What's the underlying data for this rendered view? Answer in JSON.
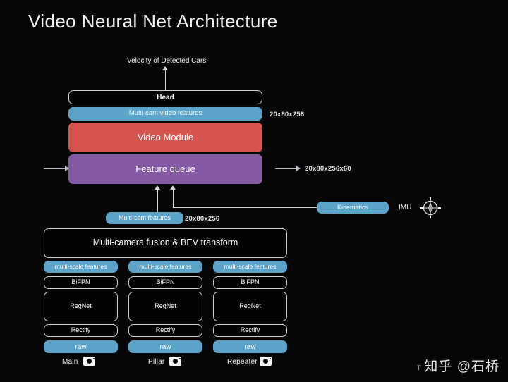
{
  "page": {
    "title": "Video Neural Net Architecture",
    "background": "#000000"
  },
  "colors": {
    "blue": "#5ba3c9",
    "red": "#d4534c",
    "purple": "#8659a5",
    "outline": "#cfcfcf",
    "text": "#ffffff"
  },
  "diagram": {
    "output_label": "Velocity of Detected Cars",
    "head": {
      "label": "Head"
    },
    "multicam_video_features": {
      "label": "Multi-cam video features",
      "dims": "20x80x256"
    },
    "video_module": {
      "label": "Video Module"
    },
    "feature_queue": {
      "label": "Feature queue",
      "dims": "20x80x256x60"
    },
    "multicam_features": {
      "label": "Multi-cam features",
      "dims": "20x80x256"
    },
    "kinematics": {
      "label": "Kinematics"
    },
    "imu": {
      "label": "IMU",
      "icon": "imu-compass-icon"
    },
    "fusion": {
      "label": "Multi-camera fusion & BEV transform"
    },
    "columns": [
      {
        "multi_scale": "multi-scale features",
        "bifpn": "BiFPN",
        "regnet": "RegNet",
        "rectify": "Rectify",
        "raw": "raw",
        "camera": "Main"
      },
      {
        "multi_scale": "multi-scale features",
        "bifpn": "BiFPN",
        "regnet": "RegNet",
        "rectify": "Rectify",
        "raw": "raw",
        "camera": "Pillar"
      },
      {
        "multi_scale": "multi-scale features",
        "bifpn": "BiFPN",
        "regnet": "RegNet",
        "rectify": "Rectify",
        "raw": "raw",
        "camera": "Repeater"
      }
    ]
  },
  "watermark": {
    "prefix": "T",
    "text": "知乎 @石桥"
  }
}
